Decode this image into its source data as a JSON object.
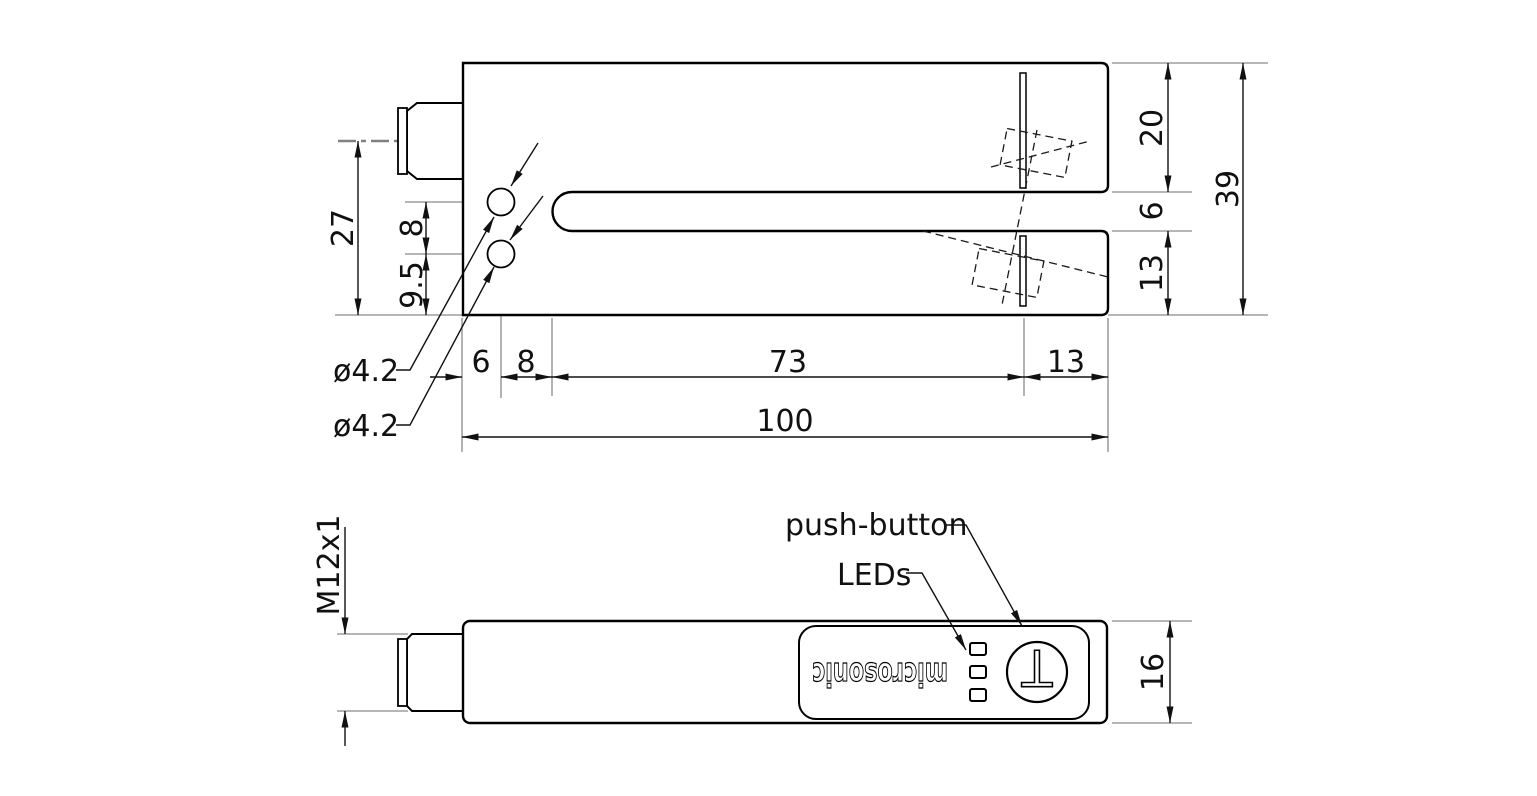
{
  "top_view": {
    "horizontal_dims": {
      "d6": "6",
      "d8": "8",
      "d73": "73",
      "d13": "13",
      "total": "100"
    },
    "right_dims": {
      "d20": "20",
      "d6": "6",
      "d13": "13",
      "total": "39"
    },
    "left_dims": {
      "d27": "27",
      "d8": "8",
      "d9_5": "9.5"
    },
    "hole_labels": {
      "upper": "ø4.2",
      "lower": "ø4.2"
    }
  },
  "side_view": {
    "thread": "M12x1",
    "height": "16",
    "push_button": "push-button",
    "leds": "LEDs",
    "logo": "microsonic",
    "teach_glyph": "T"
  },
  "colors": {
    "outline": "#000000",
    "dimension": "#111111",
    "auxiliary": "#8a8a8a",
    "centerline": "#808080",
    "background": "#ffffff"
  }
}
